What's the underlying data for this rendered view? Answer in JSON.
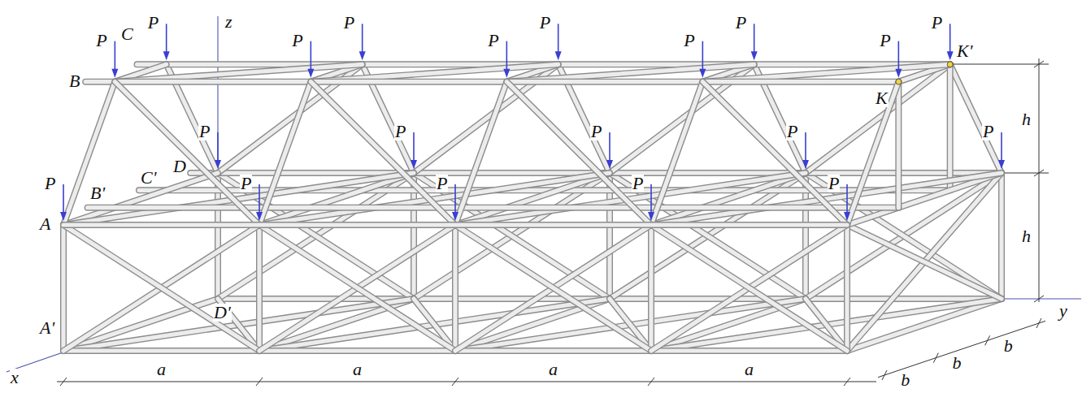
{
  "diagram": {
    "labels": [
      "P",
      "P",
      "P",
      "P",
      "P",
      "P",
      "P",
      "P",
      "P",
      "P",
      "P",
      "P",
      "P",
      "P",
      "P",
      "P",
      "P",
      "P",
      "P",
      "P",
      "z",
      "x",
      "y",
      "A",
      "A'",
      "B",
      "B'",
      "C",
      "C'",
      "D",
      "D'",
      "K",
      "K'",
      "a",
      "a",
      "a",
      "a",
      "h",
      "h",
      "b",
      "b",
      "b"
    ]
  }
}
